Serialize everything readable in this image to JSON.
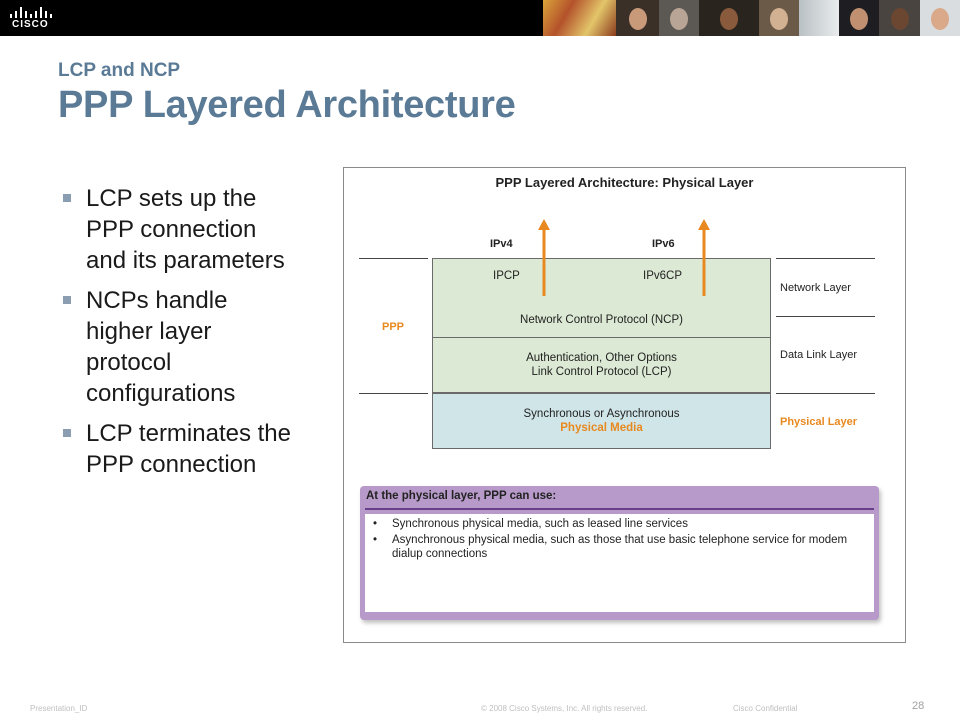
{
  "header": {
    "logo_text": "CISCO",
    "photo_strip": [
      "photo-collage",
      "woman-portrait",
      "man-portrait",
      "man-portrait",
      "man-portrait",
      "whiteboard-photo",
      "woman-portrait",
      "man-portrait",
      "man-portrait"
    ]
  },
  "slide": {
    "subtitle": "LCP and NCP",
    "title": "PPP Layered Architecture"
  },
  "bullets": [
    "LCP sets up the PPP connection and its parameters",
    "NCPs handle higher layer protocol configurations",
    "LCP terminates the PPP connection"
  ],
  "figure": {
    "title": "PPP Layered Architecture: Physical Layer",
    "protocols": [
      "IPv4",
      "IPv6"
    ],
    "ppp_label": "PPP",
    "ncp": {
      "ipcp": "IPCP",
      "ipv6cp": "IPv6CP",
      "label": "Network Control Protocol (NCP)"
    },
    "lcp": {
      "line1": "Authentication, Other Options",
      "line2": "Link Control Protocol (LCP)"
    },
    "physical": {
      "line1": "Synchronous or Asynchronous",
      "line2": "Physical Media"
    },
    "side_labels": {
      "network": "Network Layer",
      "datalink": "Data Link Layer",
      "physical": "Physical Layer"
    },
    "info": {
      "heading": "At the physical layer, PPP can use:",
      "bullet_symbol": "•",
      "items": [
        "Synchronous physical media, such as leased line services",
        "Asynchronous physical media, such as those that use basic telephone service for modem dialup connections"
      ]
    }
  },
  "footer": {
    "presentation_id": "Presentation_ID",
    "copyright": "© 2008 Cisco Systems, Inc. All rights reserved.",
    "confidential": "Cisco Confidential",
    "page_number": "28"
  },
  "colors": {
    "title": "#5a7a95",
    "accent_orange": "#e8891f",
    "ncp_lcp_fill": "#dce9d4",
    "physical_fill": "#d0e5e8",
    "info_box": "#b79ac9"
  }
}
